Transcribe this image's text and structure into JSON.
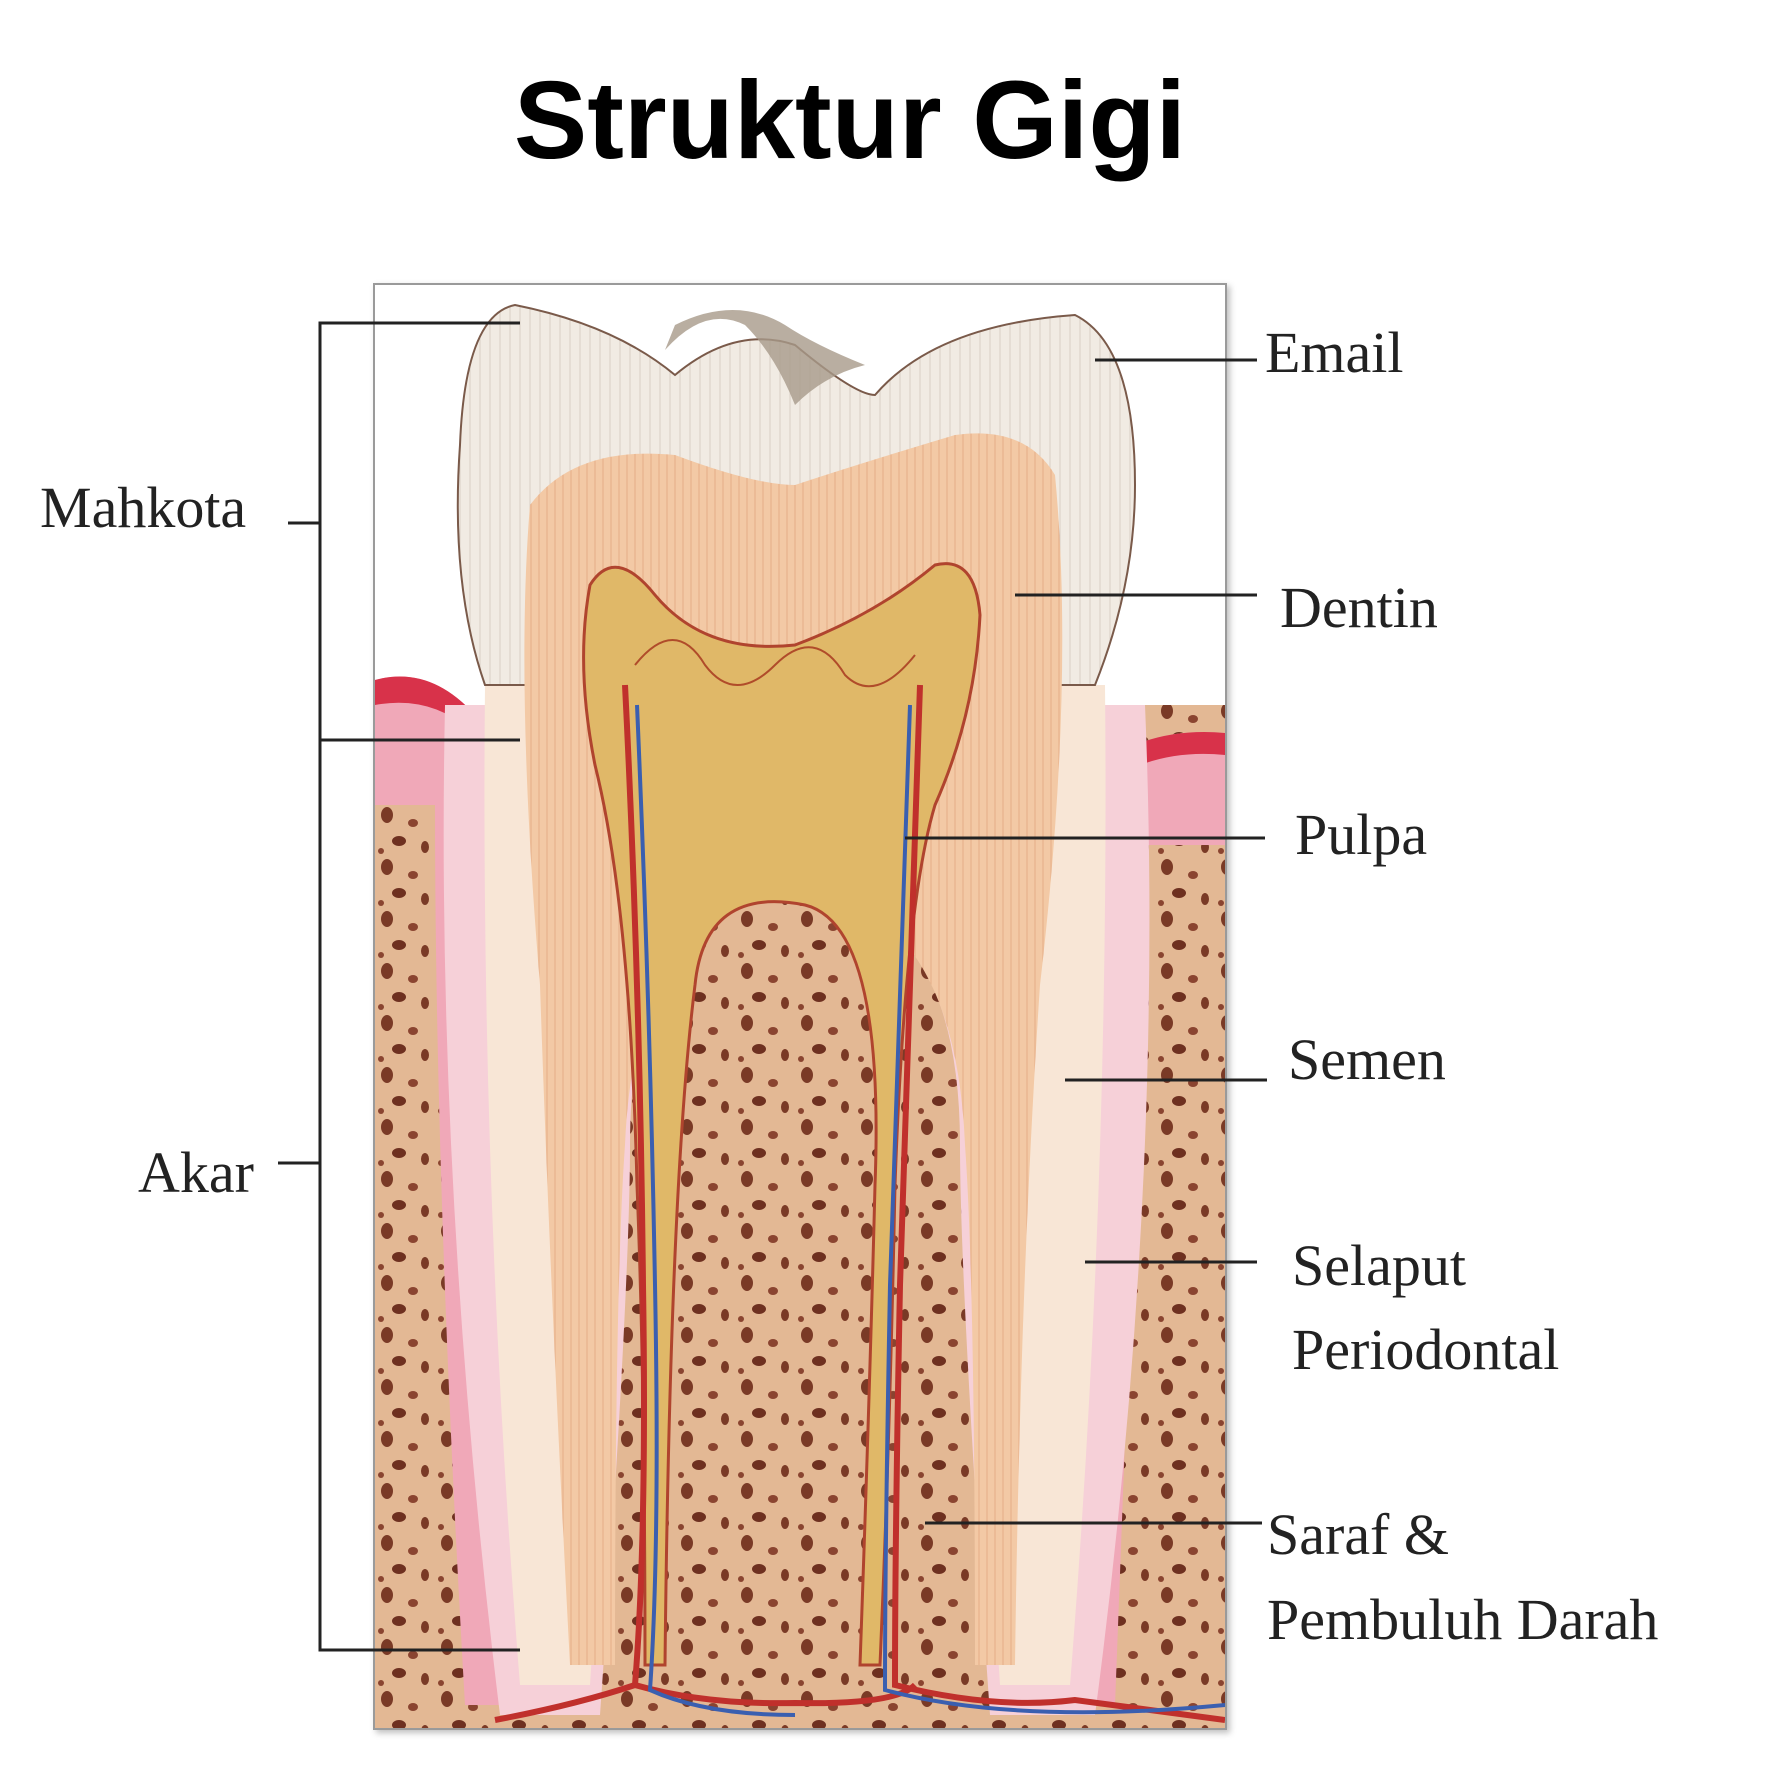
{
  "title": "Struktur Gigi",
  "labels": {
    "mahkota": "Mahkota",
    "akar": "Akar",
    "email": "Email",
    "dentin": "Dentin",
    "pulpa": "Pulpa",
    "semen": "Semen",
    "selaput_line1": "Selaput",
    "selaput_line2": "Periodontal",
    "saraf_line1": "Saraf &",
    "saraf_line2": "Pembuluh Darah"
  },
  "colors": {
    "enamel": "#f1ebe3",
    "dentin": "#f3c9a5",
    "pulp": "#e0b868",
    "bone": "#e3b894",
    "bone_spots": "#7a3a26",
    "gum": "#f0a8b8",
    "gum_edge": "#d8324a",
    "vessel_red": "#c0302c",
    "vessel_blue": "#3a5fb0"
  }
}
